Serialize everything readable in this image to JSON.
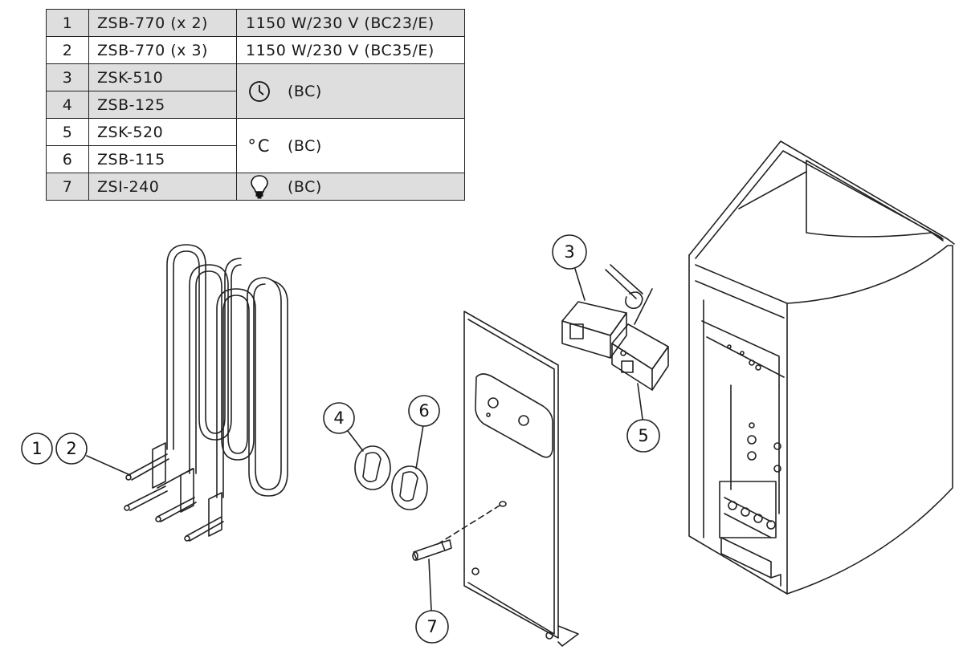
{
  "parts_table": [
    {
      "num": "1",
      "code": "ZSB-770 (x 2)",
      "spec": "1150 W/230 V (BC23/E)",
      "shade": true
    },
    {
      "num": "2",
      "code": "ZSB-770 (x 3)",
      "spec": "1150 W/230 V (BC35/E)",
      "shade": false
    },
    {
      "num": "3",
      "code": "ZSK-510",
      "shade": true
    },
    {
      "num": "4",
      "code": "ZSB-125",
      "shade": true
    },
    {
      "num": "5",
      "code": "ZSK-520",
      "shade": false
    },
    {
      "num": "6",
      "code": "ZSB-115",
      "shade": false
    },
    {
      "num": "7",
      "code": "ZSI-240",
      "shade": true
    }
  ],
  "group_specs": {
    "timer": {
      "icon": "clock-icon",
      "label": "(BC)"
    },
    "thermostat": {
      "icon": "thermometer-celsius",
      "symbol": "°C",
      "label": "(BC)"
    },
    "lamp": {
      "icon": "lightbulb-icon",
      "label": "(BC)"
    }
  },
  "callouts": [
    "1",
    "2",
    "3",
    "4",
    "5",
    "6",
    "7"
  ],
  "colors": {
    "table_shade": "#dedede",
    "line": "#222222"
  }
}
